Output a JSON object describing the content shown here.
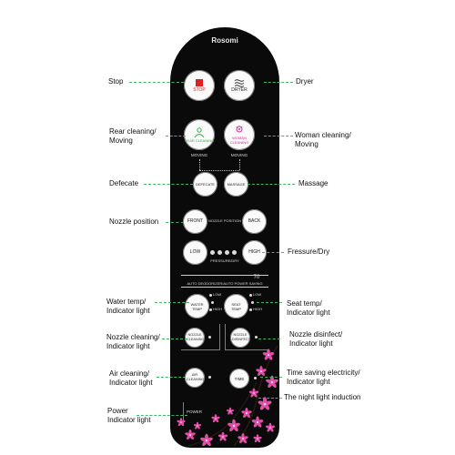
{
  "remote": {
    "brand": "Rosomi",
    "stop": "STOP",
    "dryer": "DRYER",
    "rear_cleaning": "REAR CLEANING",
    "woman_cleaning": "WOMAN CLEANING",
    "moving": "MOVING",
    "moving2": "MOVING",
    "defecate": "DEFECATE",
    "massage": "MASSAGE",
    "front": "FRONT",
    "nozzle_position": "NOZZLE POSITION",
    "back": "BACK",
    "low": "LOW",
    "pressure_dry": "PRESSURE/DRY",
    "high": "HIGH",
    "number": "70",
    "auto_bar": "AUTO DEODORIZER/AUTO POWER SAVING",
    "water_temp": "WATER TEMP",
    "seat_temp": "SEAT TEMP",
    "low_l": "LOW",
    "high_l": "HIGH",
    "low_r": "LOW",
    "high_r": "HIGH",
    "nozzle_cleaning": "NOZZLE CLEANING",
    "nozzle_disinfect": "NOZZLE DISINFECT",
    "air_cleaning": "AIR CLEANING",
    "time": "TIME",
    "power": "POWER"
  },
  "labels": {
    "stop": "Stop",
    "dryer": "Dryer",
    "rear_1": "Rear cleaning/",
    "rear_2": "Moving",
    "woman_1": "Woman cleaning/",
    "woman_2": "Moving",
    "defecate": "Defecate",
    "massage": "Massage",
    "nozzle_position": "Nozzle position",
    "fressure": "Fressure/Dry",
    "water_1": "Water temp/",
    "water_2": "Indicator light",
    "seat_1": "Seat temp/",
    "seat_2": "Indicator light",
    "nozclean_1": "Nozzle cleaning/",
    "nozclean_2": "Indicator light",
    "nozdis_1": "Nozzle disinfect/",
    "nozdis_2": "Indicator light",
    "air_1": "Air cleaning/",
    "air_2": "Indicator light",
    "timesave_1": "Time saving electricity/",
    "timesave_2": "Indicator light",
    "night": "The night light induction",
    "power_1": "Power",
    "power_2": "Indicator light"
  },
  "colors": {
    "body": "#0a0a0a",
    "leader": "#3fb56a",
    "stop_red": "#e02020",
    "rear_green": "#2fae4a",
    "woman_pink": "#d0309a",
    "flower_pink": "#e24ea8"
  }
}
